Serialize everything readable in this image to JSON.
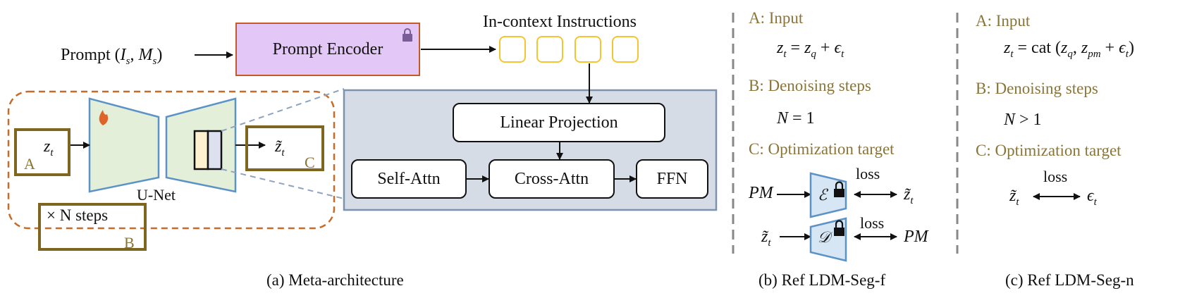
{
  "prompt_label": "Prompt (",
  "prompt_var": "I",
  "prompt_var_sub": "s",
  "prompt_sep": ", ",
  "prompt_var2": "M",
  "prompt_var2_sub": "s",
  "prompt_close": ")",
  "prompt_encoder": "Prompt Encoder",
  "incontext_title": "In-context Instructions",
  "unet_label": "U-Net",
  "steps_label": "× N steps",
  "box_a": "A",
  "box_b": "B",
  "box_c": "C",
  "z_t": "z",
  "z_sub": "t",
  "z_tilde": "z̃",
  "linear_projection": "Linear Projection",
  "self_attn": "Self-Attn",
  "cross_attn": "Cross-Attn",
  "ffn": "FFN",
  "caption_a": "(a) Meta-architecture",
  "caption_b": "(b) Ref LDM-Seg-f",
  "caption_c": "(c) Ref LDM-Seg-n",
  "panel_b": {
    "a_label": "A: Input",
    "a_eq": "z_t = z_q + ϵ_t",
    "b_label": "B: Denoising steps",
    "b_eq": "N = 1",
    "c_label": "C: Optimization target",
    "pm": "PM",
    "enc_symbol": "ℰ",
    "dec_symbol": "𝒟",
    "loss": "loss"
  },
  "panel_c": {
    "a_label": "A: Input",
    "a_eq": "z_t = cat (z_q, z_pm + ϵ_t)",
    "b_label": "B: Denoising steps",
    "b_eq": "N > 1",
    "c_label": "C: Optimization target",
    "loss": "loss",
    "eps": "ϵ"
  },
  "colors": {
    "encoder_fill": "#e3c8f7",
    "encoder_border": "#c55a28",
    "token_border": "#f5c431",
    "unet_fill": "#e3efd9",
    "unet_border": "#5b93c7",
    "transformer_fill": "#d6dce6",
    "transformer_border": "#7d93ad",
    "label_gold": "#8a7538",
    "box_brown": "#7f6620",
    "dashed_orange": "#c76b2a",
    "lock": "#7a5c96",
    "flame": "#e0642a"
  }
}
